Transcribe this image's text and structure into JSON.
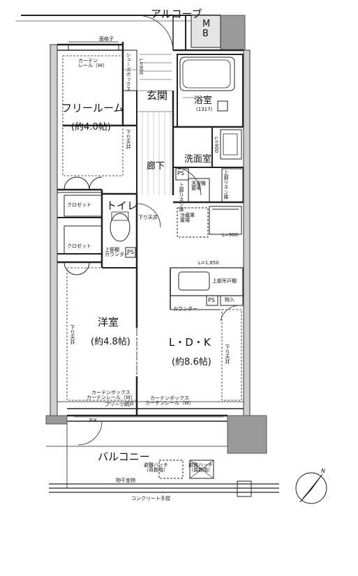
{
  "rooms": {
    "free_room": {
      "name": "フリールーム",
      "area": "(約4.0帖)"
    },
    "entrance": {
      "name": "玄関"
    },
    "bath": {
      "name": "浴室",
      "size": "(1317)"
    },
    "hallway": {
      "name": "廊下"
    },
    "washroom": {
      "name": "洗面室"
    },
    "toilet": {
      "name": "トイレ"
    },
    "western_room": {
      "name": "洋室",
      "area": "(約4.8帖)"
    },
    "ldk": {
      "name": "L・D・K",
      "area": "(約8.6帖)"
    },
    "alcove": {
      "name": "アルコーブ"
    },
    "balcony": {
      "name": "バルコニー"
    }
  },
  "labels": {
    "mb": [
      "M",
      "B"
    ],
    "lattice": "面格子",
    "curtain_rail_w": "カーテン\nレール（W）",
    "shoe_box": "シューズボックス",
    "shoe_len": "L=900",
    "lowered_ceiling": "下り天井",
    "closet": "クロゼット",
    "ps": "PS",
    "linen_upper": "上部リネン庫",
    "linen_upper_small": "上部リネン庫",
    "washer": "洗濯機\n置場",
    "wash_len": "L=900",
    "fridge": "冷蔵庫\n置場",
    "toilet_counter": "上部棚\nカウンター",
    "kitchen_len_top": "L=900",
    "kitchen_len": "L=1,650",
    "upper_cabinet": "上部吊戸棚",
    "counter": "カウンター",
    "storage": "物入",
    "curtain_box_left": "カーテンボックス\nカーテンレール（W）",
    "pleats_screen": "プリーツ網戸",
    "curtain_box_right": "カーテンボックス\nカーテンレール（W）",
    "fix": "FIX",
    "hatch_odd": "避難ハッチ\n（奇数階）",
    "hatch_even": "避難ハッチ\n（偶数階）",
    "drying": "物干金物",
    "handrail": "コンクリート手摺",
    "north": "N"
  }
}
